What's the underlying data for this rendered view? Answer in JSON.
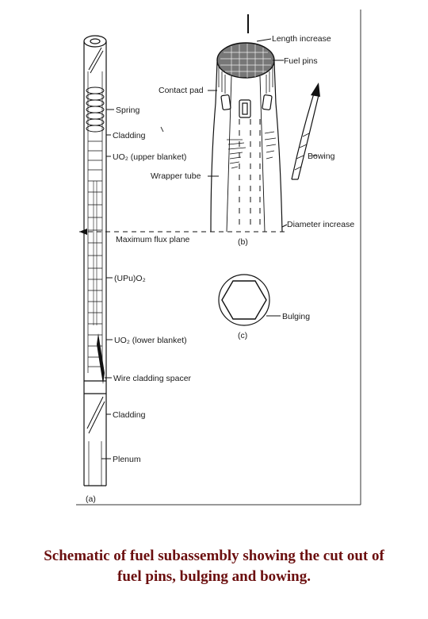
{
  "figure": {
    "labels": {
      "spring": "Spring",
      "cladding_top": "Cladding",
      "uo2_upper": "UO₂ (upper blanket)",
      "upu_o2": "(UPu)O₂",
      "uo2_lower": "UO₂ (lower blanket)",
      "wire_spacer": "Wire cladding spacer",
      "cladding_bottom": "Cladding",
      "plenum": "Plenum",
      "length_increase": "Length increase",
      "fuel_pins": "Fuel pins",
      "contact_pad": "Contact pad",
      "bowing": "Bowing",
      "wrapper_tube": "Wrapper tube",
      "diameter_increase": "Diameter increase",
      "max_flux_plane": "Maximum flux plane",
      "bulging": "Bulging"
    },
    "panels": {
      "a": "(a)",
      "b": "(b)",
      "c": "(c)"
    }
  },
  "caption": {
    "line1": "Schematic of fuel subassembly showing the cut out of",
    "line2": "fuel pins, bulging and bowing."
  }
}
